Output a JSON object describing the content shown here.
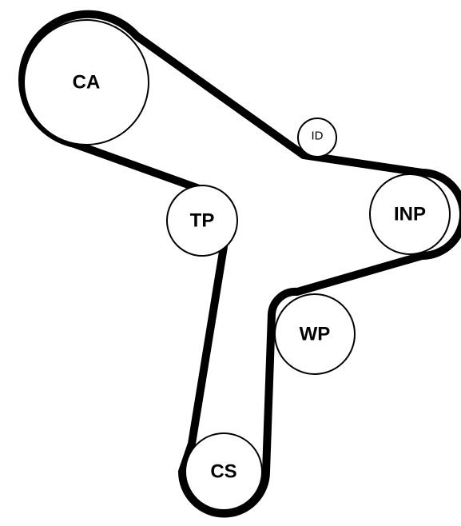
{
  "diagram": {
    "pulleys": {
      "ca": {
        "label": "CA"
      },
      "id": {
        "label": "ID"
      },
      "tp": {
        "label": "TP"
      },
      "inp": {
        "label": "INP"
      },
      "wp": {
        "label": "WP"
      },
      "cs": {
        "label": "CS"
      }
    },
    "colors": {
      "belt": "#000000",
      "pulley_fill": "#ffffff",
      "pulley_stroke": "#000000"
    }
  }
}
